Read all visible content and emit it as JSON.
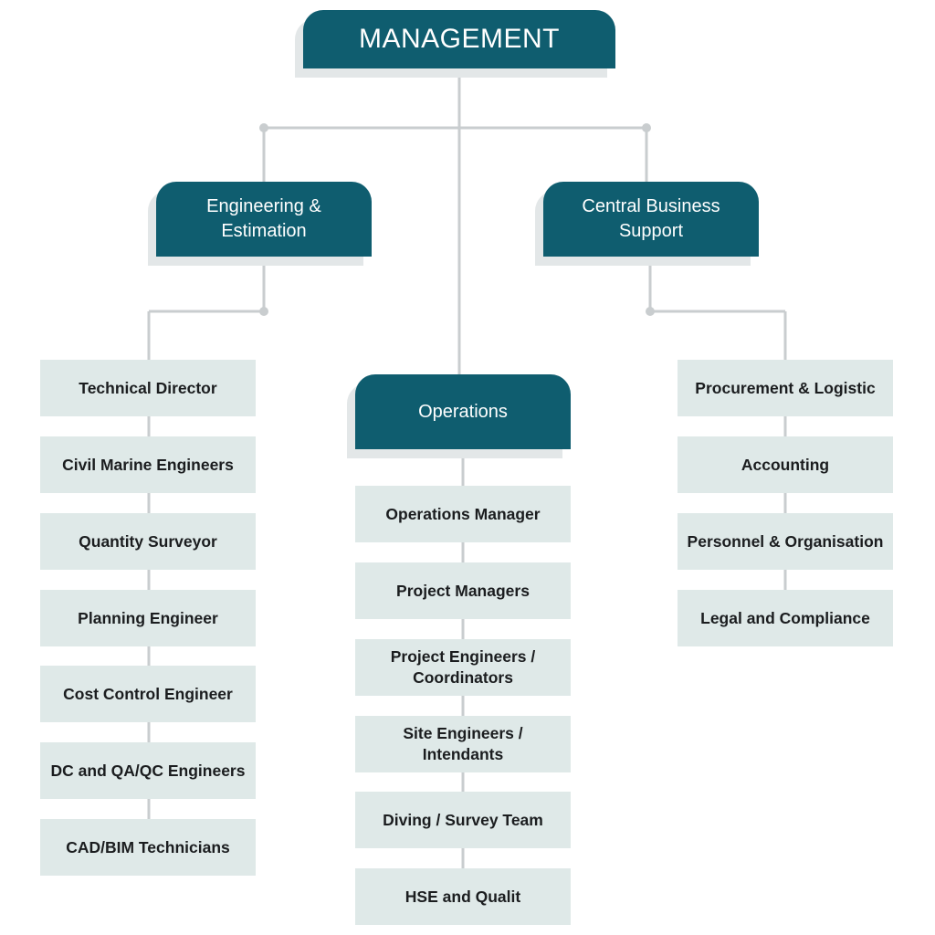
{
  "chart": {
    "top": {
      "label": "MANAGEMENT"
    },
    "departments": [
      {
        "label_lines": [
          "Engineering &",
          "Estimation"
        ]
      },
      {
        "label_lines": [
          "Operations"
        ]
      },
      {
        "label_lines": [
          "Central Business",
          "Support"
        ]
      }
    ],
    "roles": {
      "engineering": [
        "Technical Director",
        "Civil Marine Engineers",
        "Quantity Surveyor",
        "Planning Engineer",
        "Cost Control Engineer",
        "DC and QA/QC Engineers",
        "CAD/BIM Technicians"
      ],
      "operations": [
        "Operations Manager",
        "Project Managers",
        "Project Engineers / Coordinators",
        "Site Engineers / Intendants",
        "Diving / Survey Team",
        "HSE and Qualit"
      ],
      "central": [
        "Procurement & Logistic",
        "Accounting",
        "Personnel & Organisation",
        "Legal and Compliance"
      ]
    },
    "colors": {
      "header": "#0f5d6f",
      "role_bg": "#dfe9e8",
      "connector": "#c9cdcf"
    }
  }
}
